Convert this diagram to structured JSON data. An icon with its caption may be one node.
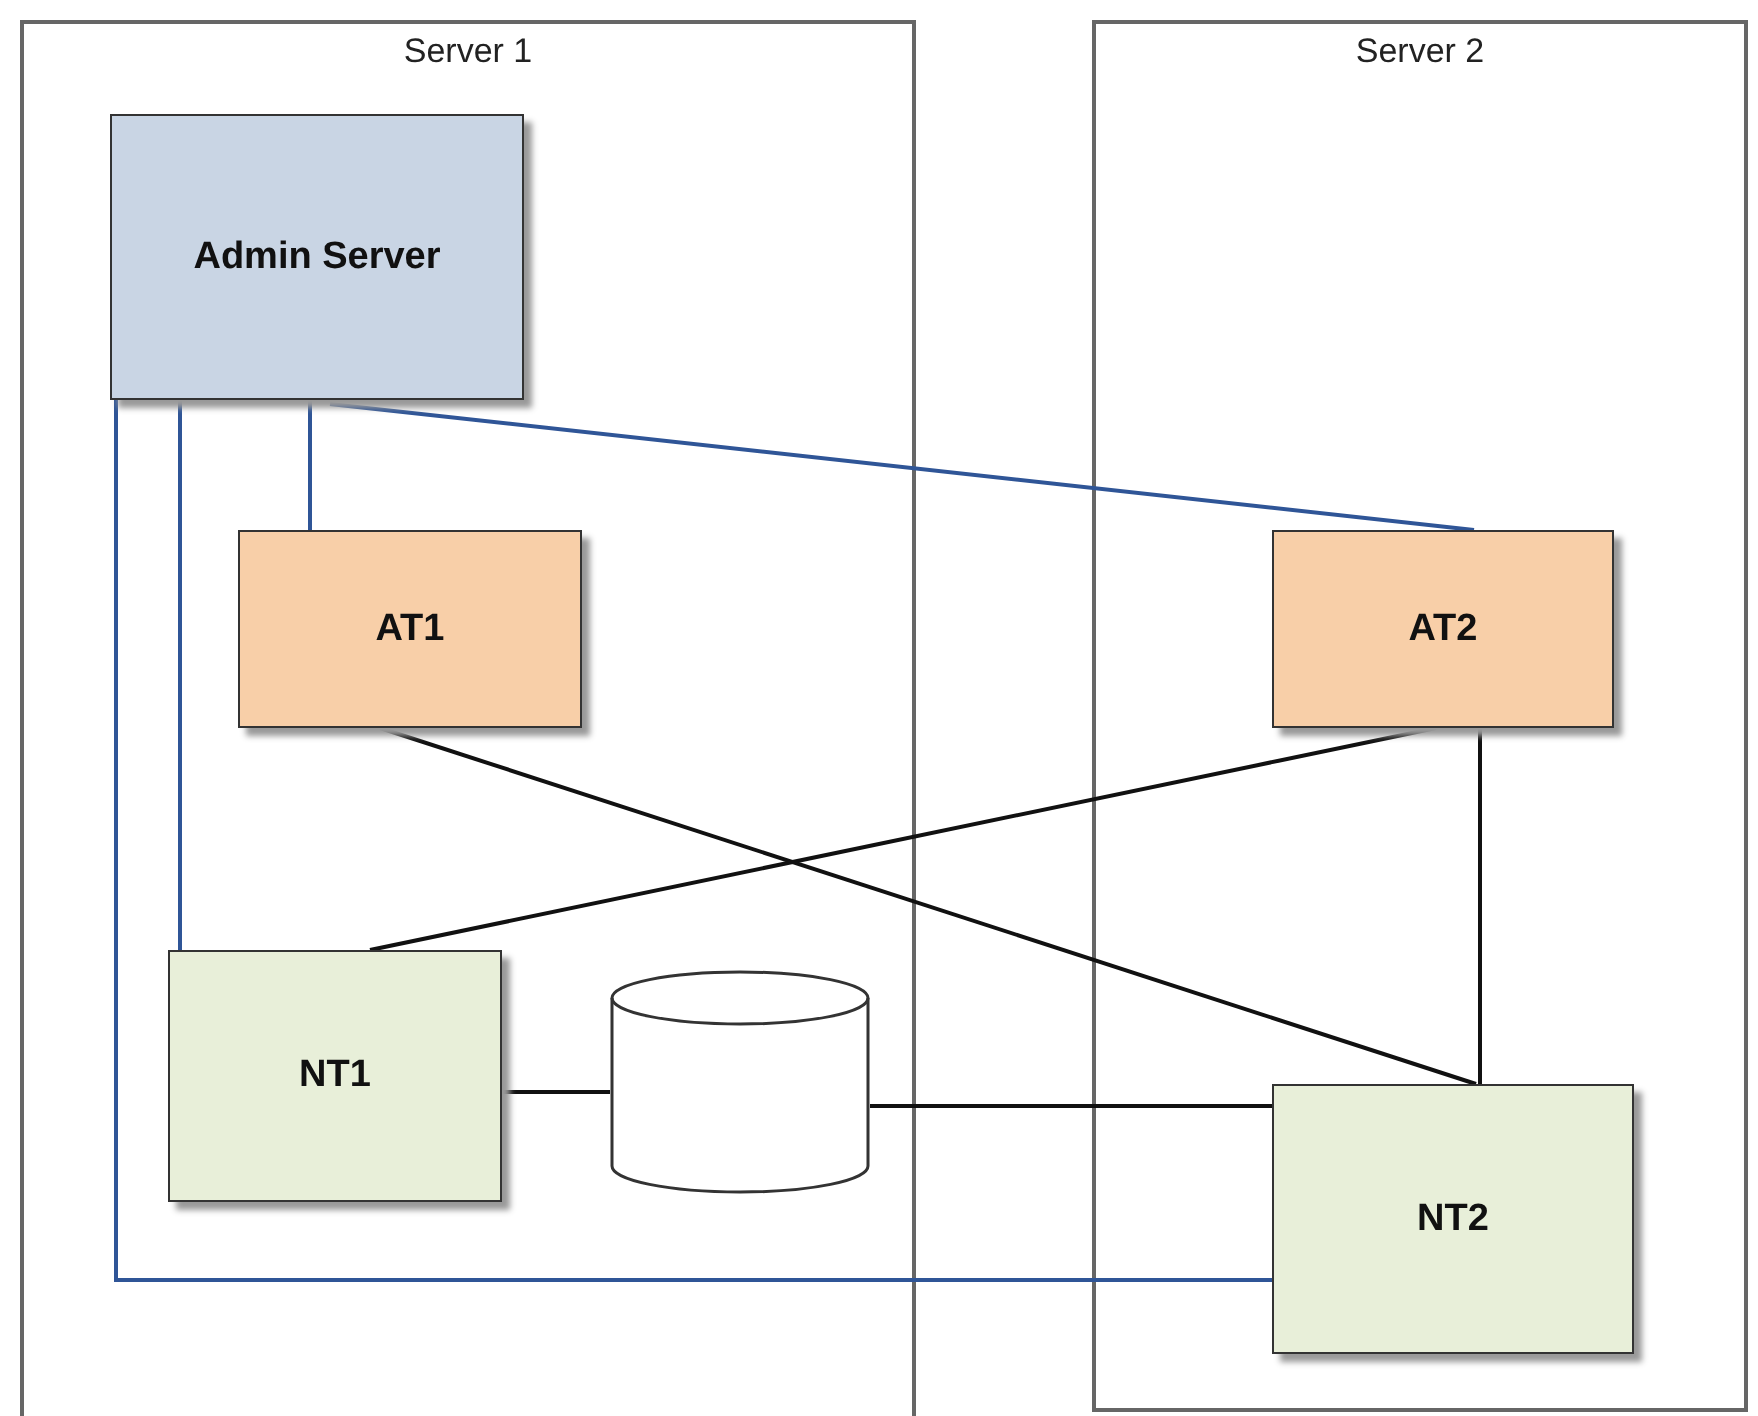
{
  "diagram": {
    "nodes": [
      {
        "text": [
          "Server 1"
        ]
      },
      {
        "text": [
          "Server 2"
        ]
      },
      {
        "text": [
          "Admin Server"
        ],
        "in": 0
      },
      {
        "text": [
          "AT1"
        ],
        "in": 0
      },
      {
        "text": [
          "AT2"
        ],
        "in": 1
      },
      {
        "text": [
          "NT1"
        ],
        "in": 0
      },
      {
        "text": [],
        "shape": "cylinder",
        "in": 0
      },
      {
        "text": [
          "NT2"
        ],
        "in": 1
      }
    ],
    "edges": [
      {
        "from": 2,
        "to": 3,
        "arrow": "none",
        "color": "#2f5597"
      },
      {
        "from": 2,
        "to": 4,
        "arrow": "none",
        "color": "#2f5597"
      },
      {
        "from": 2,
        "to": 5,
        "arrow": "none",
        "color": "#2f5597"
      },
      {
        "from": 2,
        "to": 7,
        "arrow": "none",
        "color": "#2f5597"
      },
      {
        "from": 3,
        "to": 7,
        "arrow": "none"
      },
      {
        "from": 4,
        "to": 5,
        "arrow": "none"
      },
      {
        "from": 4,
        "to": 7,
        "arrow": "none"
      },
      {
        "from": 5,
        "to": 6,
        "arrow": "none"
      },
      {
        "from": 6,
        "to": 7,
        "arrow": "none"
      }
    ]
  }
}
